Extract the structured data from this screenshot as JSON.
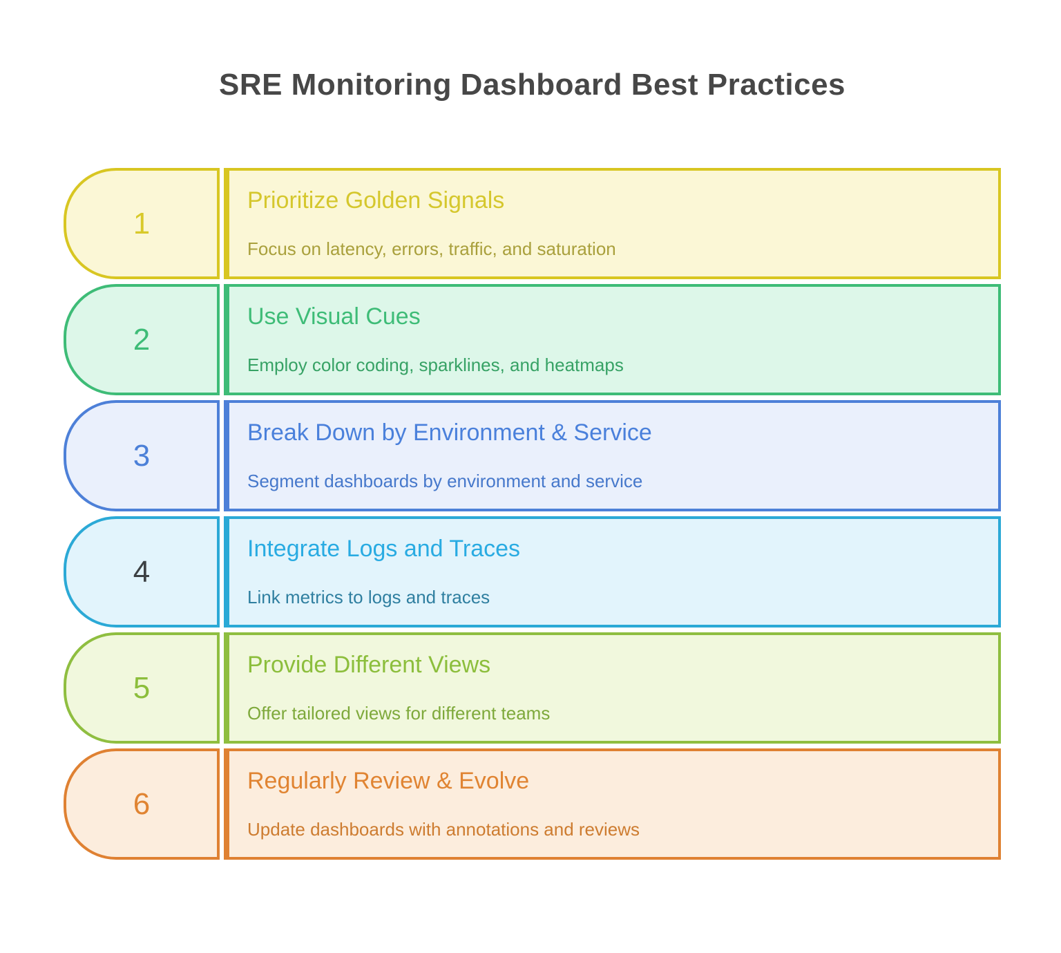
{
  "page": {
    "background_color": "#ffffff"
  },
  "header": {
    "title": "SRE Monitoring Dashboard Best Practices",
    "title_color": "#474747"
  },
  "items": [
    {
      "number": "1",
      "title": "Prioritize Golden Signals",
      "description": "Focus on latency, errors, traffic, and saturation",
      "colors": {
        "border": "#d8c622",
        "fill": "#fbf7d6",
        "title": "#d5c72d",
        "description": "#a9a03c",
        "number": "#d8c92a"
      }
    },
    {
      "number": "2",
      "title": "Use Visual Cues",
      "description": "Employ color coding, sparklines, and heatmaps",
      "colors": {
        "border": "#3ebc77",
        "fill": "#ddf7e9",
        "title": "#3ebc77",
        "description": "#37a265",
        "number": "#3ebc77"
      }
    },
    {
      "number": "3",
      "title": "Break Down by Environment & Service",
      "description": "Segment dashboards by environment and service",
      "colors": {
        "border": "#4d80d8",
        "fill": "#eaf0fc",
        "title": "#4a80db",
        "description": "#4678cb",
        "number": "#4c80d8"
      }
    },
    {
      "number": "4",
      "title": "Integrate Logs and Traces",
      "description": "Link metrics to logs and traces",
      "colors": {
        "border": "#2ba9d6",
        "fill": "#e2f4fc",
        "title": "#29abe2",
        "description": "#2f7fa0",
        "number": "#3c4043"
      }
    },
    {
      "number": "5",
      "title": "Provide Different Views",
      "description": "Offer tailored views for different teams",
      "colors": {
        "border": "#8fbe40",
        "fill": "#f1f8dd",
        "title": "#8cbe3c",
        "description": "#7ea93b",
        "number": "#8cbe3c"
      }
    },
    {
      "number": "6",
      "title": "Regularly Review & Evolve",
      "description": "Update dashboards with annotations and reviews",
      "colors": {
        "border": "#df8132",
        "fill": "#fceddd",
        "title": "#e08432",
        "description": "#cd7c30",
        "number": "#e08432"
      }
    }
  ]
}
